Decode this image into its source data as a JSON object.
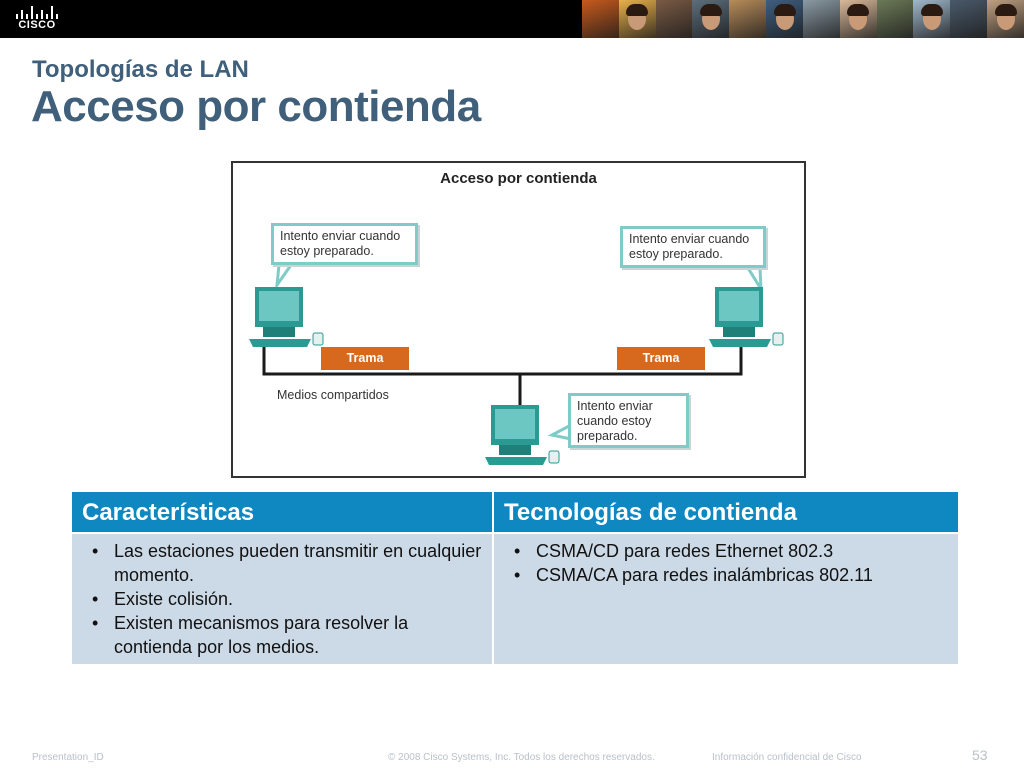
{
  "header": {
    "logo_text": "CISCO",
    "photo_colors": [
      "#c85a1c",
      "#e8b04a",
      "#7a5a45",
      "#5c6e7c",
      "#b88c5a",
      "#3e5e80",
      "#8a9aa4",
      "#d9b99a",
      "#6c7a58",
      "#a0b8cc",
      "#4a5a6a",
      "#c0a080"
    ]
  },
  "slide": {
    "subtitle": "Topologías de LAN",
    "title": "Acceso por contienda"
  },
  "diagram": {
    "title": "Acceso por contienda",
    "bubble_left": "Intento enviar cuando estoy preparado.",
    "bubble_right": "Intento enviar cuando estoy preparado.",
    "bubble_bottom": "Intento enviar cuando estoy preparado.",
    "frame_left": "Trama",
    "frame_right": "Trama",
    "media_label": "Medios compartidos",
    "colors": {
      "computer": "#2a9a93",
      "computer_screen": "#6cc7c2",
      "frame": "#d6691e",
      "bubble_border": "#7ecbc8",
      "cable": "#1a1a1a"
    }
  },
  "table": {
    "headers": [
      "Características",
      "Tecnologías de contienda"
    ],
    "col1_items": [
      "Las estaciones pueden transmitir en cualquier momento.",
      "Existe colisión.",
      "Existen mecanismos para resolver la contienda por los medios."
    ],
    "col2_items": [
      "CSMA/CD para redes Ethernet 802.3",
      "CSMA/CA para redes inalámbricas 802.11"
    ],
    "colors": {
      "header_bg": "#0f87c1",
      "cell_bg": "#ccd9e6"
    }
  },
  "footer": {
    "left": "Presentation_ID",
    "middle": "© 2008 Cisco Systems, Inc. Todos los derechos reservados.",
    "right": "Información confidencial de Cisco",
    "page": "53"
  }
}
